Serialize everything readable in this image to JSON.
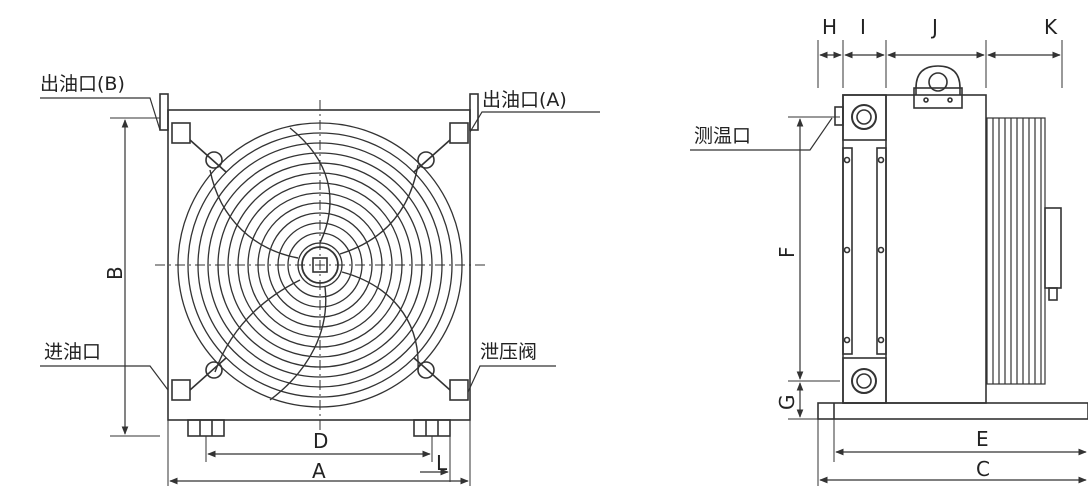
{
  "colors": {
    "line": "#333333",
    "text": "#222222",
    "background": "#ffffff"
  },
  "front_view": {
    "labels": {
      "outlet_b": "出油口(B)",
      "outlet_a": "出油口(A)",
      "inlet": "进油口",
      "relief_valve": "泄压阀"
    },
    "dimensions": {
      "a": "A",
      "b": "B",
      "d": "D",
      "l": "L"
    }
  },
  "side_view": {
    "labels": {
      "temp_port": "测温口"
    },
    "dimensions": {
      "h": "H",
      "i": "I",
      "j": "J",
      "k": "K",
      "f": "F",
      "g": "G",
      "e": "E",
      "c": "C"
    }
  }
}
